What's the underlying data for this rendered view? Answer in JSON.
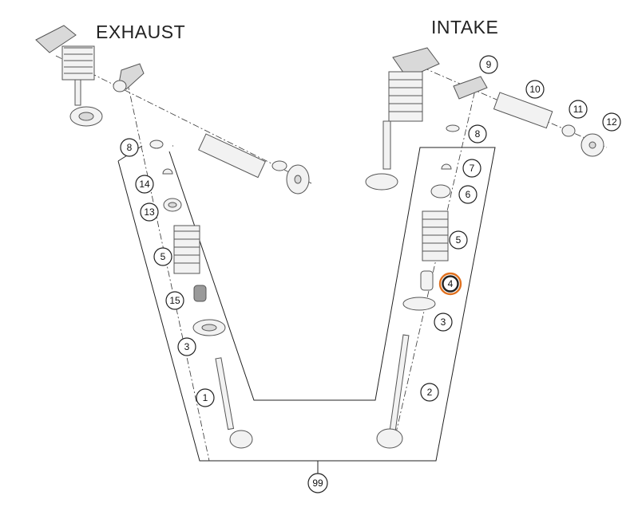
{
  "titles": {
    "exhaust": "EXHAUST",
    "intake": "INTAKE"
  },
  "callouts": {
    "c1": "1",
    "c2": "2",
    "c3l": "3",
    "c3r": "3",
    "c4": "4",
    "c5l": "5",
    "c5r": "5",
    "c6": "6",
    "c7": "7",
    "c8l": "8",
    "c8r": "8",
    "c9": "9",
    "c10": "10",
    "c11": "11",
    "c12": "12",
    "c13": "13",
    "c14": "14",
    "c15": "15",
    "c99": "99"
  },
  "colors": {
    "line": "#222222",
    "highlight": "#e0701e",
    "part_light": "#f2f2f2",
    "part_mid": "#d9d9d9",
    "part_dark": "#9a9a9a"
  }
}
